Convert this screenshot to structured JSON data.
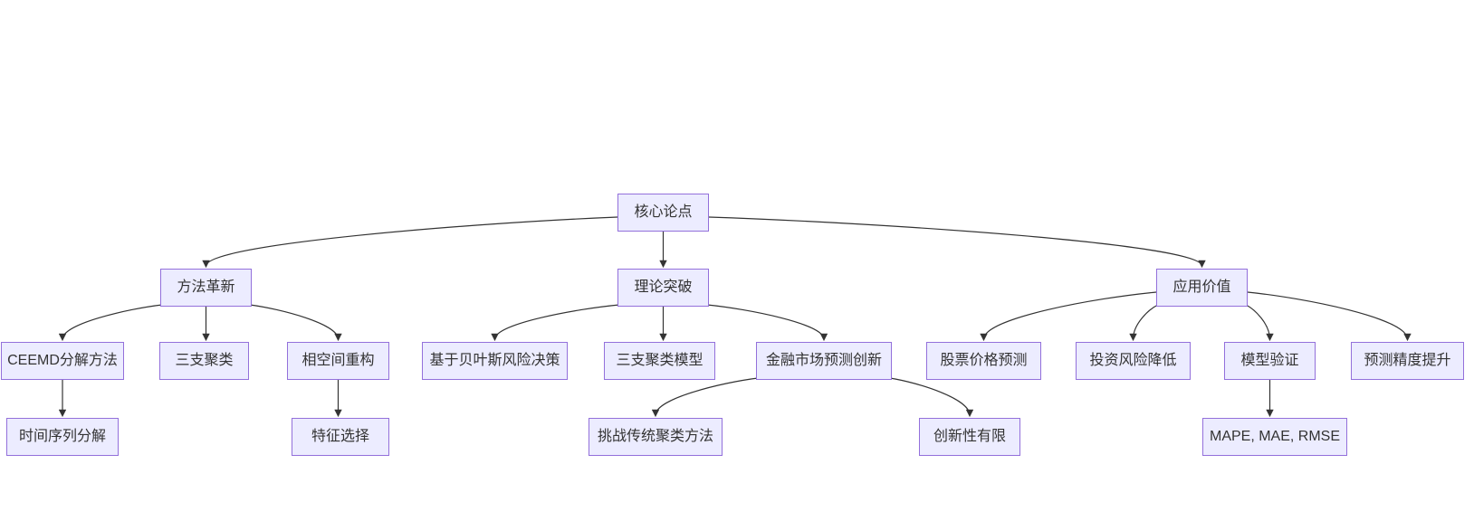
{
  "diagram": {
    "type": "flowchart-top-down",
    "colors": {
      "node_fill": "#ECECFF",
      "node_border": "#9370DB",
      "edge": "#333333",
      "text": "#333333",
      "background": "#ffffff"
    },
    "nodes": [
      {
        "id": "core",
        "label": "核心论点",
        "level": 1
      },
      {
        "id": "method",
        "label": "方法革新",
        "level": 2
      },
      {
        "id": "theory",
        "label": "理论突破",
        "level": 2
      },
      {
        "id": "application",
        "label": "应用价值",
        "level": 2
      },
      {
        "id": "ceemd",
        "label": "CEEMD分解方法",
        "level": 3
      },
      {
        "id": "three_way",
        "label": "三支聚类",
        "level": 3
      },
      {
        "id": "phase_space",
        "label": "相空间重构",
        "level": 3
      },
      {
        "id": "bayes",
        "label": "基于贝叶斯风险决策",
        "level": 3
      },
      {
        "id": "three_way_model",
        "label": "三支聚类模型",
        "level": 3
      },
      {
        "id": "finance",
        "label": "金融市场预测创新",
        "level": 3
      },
      {
        "id": "stock",
        "label": "股票价格预测",
        "level": 3
      },
      {
        "id": "risk",
        "label": "投资风险降低",
        "level": 3
      },
      {
        "id": "validation",
        "label": "模型验证",
        "level": 3
      },
      {
        "id": "precision",
        "label": "预测精度提升",
        "level": 3
      },
      {
        "id": "time_series",
        "label": "时间序列分解",
        "level": 4
      },
      {
        "id": "feature",
        "label": "特征选择",
        "level": 4
      },
      {
        "id": "challenge",
        "label": "挑战传统聚类方法",
        "level": 4
      },
      {
        "id": "novelty",
        "label": "创新性有限",
        "level": 4
      },
      {
        "id": "metrics",
        "label": "MAPE, MAE, RMSE",
        "level": 4
      }
    ],
    "edges": [
      {
        "from": "core",
        "to": "method"
      },
      {
        "from": "core",
        "to": "theory"
      },
      {
        "from": "core",
        "to": "application"
      },
      {
        "from": "method",
        "to": "ceemd"
      },
      {
        "from": "method",
        "to": "three_way"
      },
      {
        "from": "method",
        "to": "phase_space"
      },
      {
        "from": "theory",
        "to": "bayes"
      },
      {
        "from": "theory",
        "to": "three_way_model"
      },
      {
        "from": "theory",
        "to": "finance"
      },
      {
        "from": "application",
        "to": "stock"
      },
      {
        "from": "application",
        "to": "risk"
      },
      {
        "from": "application",
        "to": "validation"
      },
      {
        "from": "application",
        "to": "precision"
      },
      {
        "from": "ceemd",
        "to": "time_series"
      },
      {
        "from": "phase_space",
        "to": "feature"
      },
      {
        "from": "finance",
        "to": "challenge"
      },
      {
        "from": "finance",
        "to": "novelty"
      },
      {
        "from": "validation",
        "to": "metrics"
      }
    ]
  }
}
